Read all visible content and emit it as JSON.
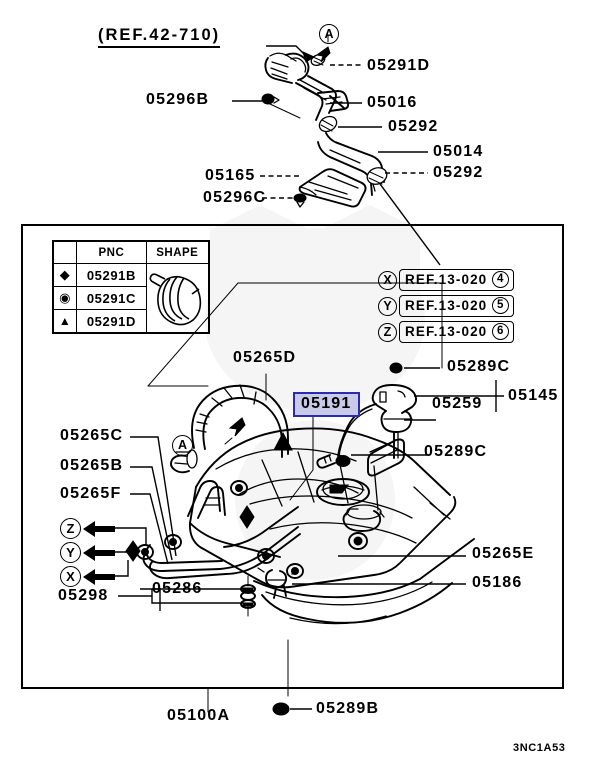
{
  "diagram": {
    "code": "3NC1A53",
    "top_reference": "(REF.42-710)",
    "highlighted_part": "05191"
  },
  "callouts": {
    "top_section": [
      {
        "name": "ref-42-710",
        "text": "(REF.42-710)"
      },
      {
        "name": "callout-05291D",
        "text": "05291D"
      },
      {
        "name": "callout-05296B",
        "text": "05296B"
      },
      {
        "name": "callout-05016",
        "text": "05016"
      },
      {
        "name": "callout-05292-upper",
        "text": "05292"
      },
      {
        "name": "callout-05014",
        "text": "05014"
      },
      {
        "name": "callout-05165",
        "text": "05165"
      },
      {
        "name": "callout-05292-lower",
        "text": "05292"
      },
      {
        "name": "callout-05296C",
        "text": "05296C"
      },
      {
        "name": "marker-A-top",
        "text": "A"
      }
    ],
    "main_section": [
      {
        "name": "callout-05265D",
        "text": "05265D"
      },
      {
        "name": "callout-05289C-upper",
        "text": "05289C"
      },
      {
        "name": "callout-05191",
        "text": "05191"
      },
      {
        "name": "callout-05259",
        "text": "05259"
      },
      {
        "name": "callout-05145",
        "text": "05145"
      },
      {
        "name": "callout-05289C-lower",
        "text": "05289C"
      },
      {
        "name": "callout-05265C",
        "text": "05265C"
      },
      {
        "name": "callout-05265B",
        "text": "05265B"
      },
      {
        "name": "callout-05265F",
        "text": "05265F"
      },
      {
        "name": "callout-05265E",
        "text": "05265E"
      },
      {
        "name": "callout-05186",
        "text": "05186"
      },
      {
        "name": "callout-05298",
        "text": "05298"
      },
      {
        "name": "callout-05286",
        "text": "05286"
      },
      {
        "name": "callout-05100A",
        "text": "05100A"
      },
      {
        "name": "callout-05289B",
        "text": "05289B"
      },
      {
        "name": "marker-A-main",
        "text": "A"
      }
    ]
  },
  "pnc_table": {
    "headers": [
      "",
      "PNC",
      "SHAPE"
    ],
    "rows": [
      {
        "symbol": "diamond",
        "symbol_glyph": "◆",
        "pnc": "05291B"
      },
      {
        "symbol": "circled-dot",
        "symbol_glyph": "◉",
        "pnc": "05291C"
      },
      {
        "symbol": "triangle",
        "symbol_glyph": "▲",
        "pnc": "05291D"
      }
    ]
  },
  "ref_legend": [
    {
      "marker": "X",
      "ref": "REF.13-020",
      "index": "4"
    },
    {
      "marker": "Y",
      "ref": "REF.13-020",
      "index": "5"
    },
    {
      "marker": "Z",
      "ref": "REF.13-020",
      "index": "6"
    }
  ],
  "arrow_markers": [
    {
      "marker": "Z"
    },
    {
      "marker": "Y"
    },
    {
      "marker": "X"
    }
  ],
  "colors": {
    "highlight_fill": "#c9c9e9",
    "highlight_border": "#2b2bb0",
    "line": "#000000",
    "background": "#ffffff"
  }
}
